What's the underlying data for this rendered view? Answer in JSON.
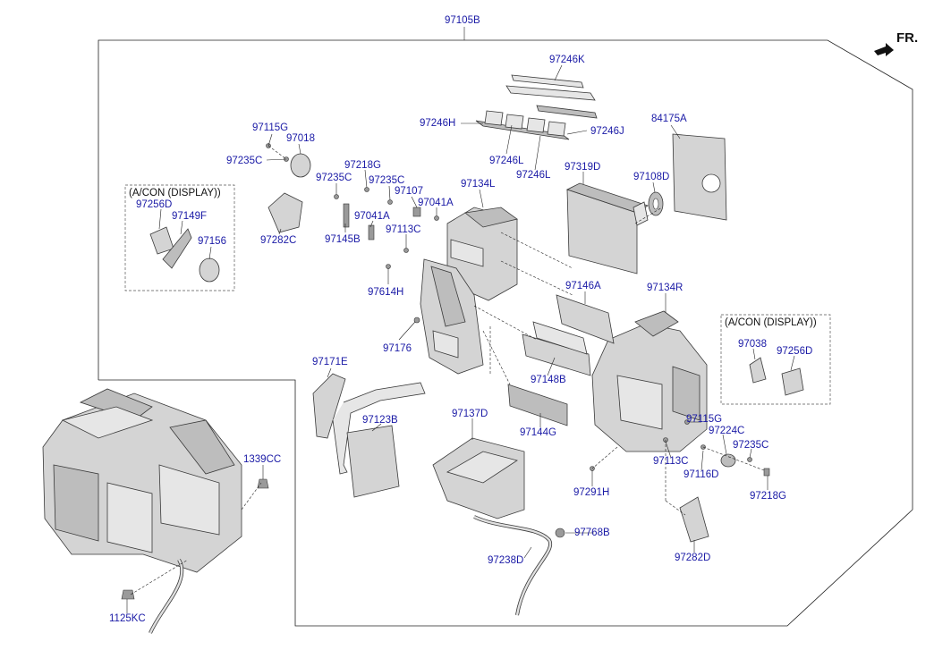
{
  "diagram": {
    "assembly_label": "97105B",
    "direction_label": "FR.",
    "option_notes": {
      "left": "(A/CON (DISPLAY))",
      "right": "(A/CON (DISPLAY))"
    },
    "part_labels": {
      "p97246K": "97246K",
      "p97246H": "97246H",
      "p97246J": "97246J",
      "p97246L_a": "97246L",
      "p97246L_b": "97246L",
      "p84175A": "84175A",
      "p97115G_a": "97115G",
      "p97018": "97018",
      "p97235C_a": "97235C",
      "p97218G_a": "97218G",
      "p97235C_b": "97235C",
      "p97235C_c": "97235C",
      "p97107": "97107",
      "p97041A_a": "97041A",
      "p97041A_b": "97041A",
      "p97134L": "97134L",
      "p97319D": "97319D",
      "p97108D": "97108D",
      "p97256D_a": "97256D",
      "p97149F": "97149F",
      "p97156": "97156",
      "p97282C": "97282C",
      "p97145B": "97145B",
      "p97113C_a": "97113C",
      "p97614H": "97614H",
      "p97146A": "97146A",
      "p97134R": "97134R",
      "p97038": "97038",
      "p97256D_b": "97256D",
      "p97176": "97176",
      "p97171E": "97171E",
      "p97148B": "97148B",
      "p97123B": "97123B",
      "p97137D": "97137D",
      "p97144G": "97144G",
      "p97115G_b": "97115G",
      "p97224C": "97224C",
      "p97235C_d": "97235C",
      "p1339CC": "1339CC",
      "p97113C_b": "97113C",
      "p97116D": "97116D",
      "p97218G_b": "97218G",
      "p97291H": "97291H",
      "p97768B": "97768B",
      "p97238D": "97238D",
      "p97282D": "97282D",
      "p1125KC": "1125KC"
    }
  }
}
